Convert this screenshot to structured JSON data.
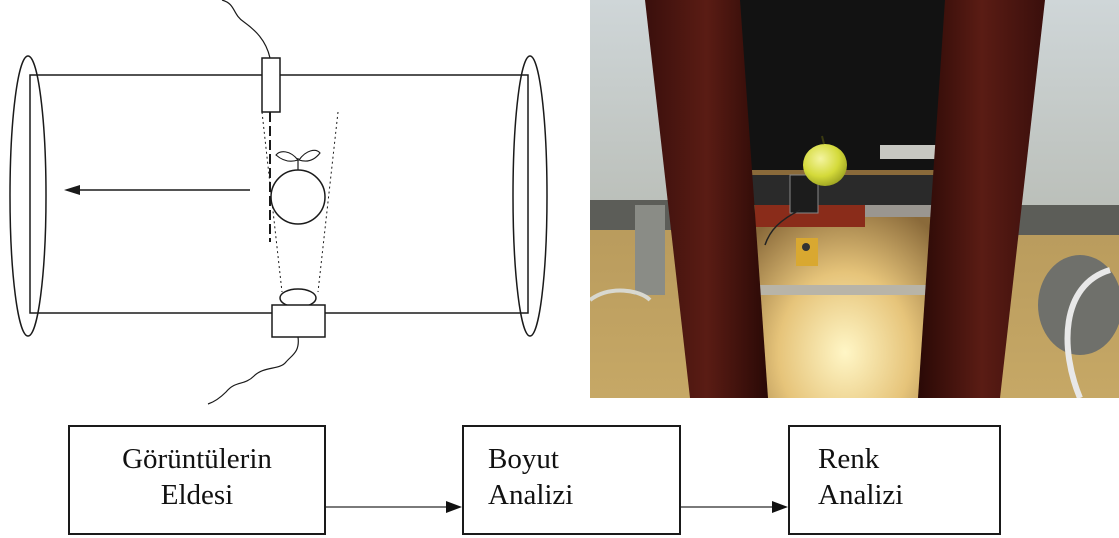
{
  "flow": {
    "step1": {
      "line1": "Görüntülerin",
      "line2": "Eldesi"
    },
    "step2": {
      "line1": "Boyut",
      "line2": "Analizi"
    },
    "step3": {
      "line1": "Renk",
      "line2": "Analizi"
    }
  },
  "icons": {
    "schematic": "conveyor-camera-schematic",
    "photo": "apple-conveyor-photo"
  },
  "colors": {
    "line": "#1a1a1a",
    "apple": "#d8e04a",
    "cabinet_wood": "#4a1410",
    "belt": "#2a2a2a"
  }
}
